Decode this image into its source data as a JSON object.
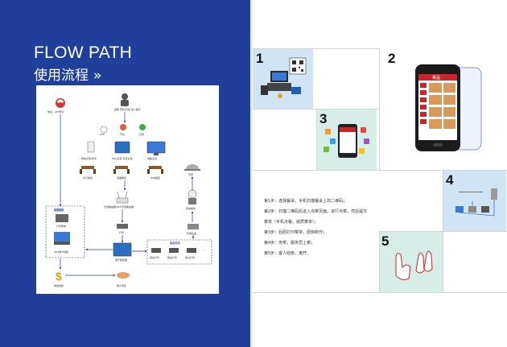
{
  "left_panel": {
    "title_en": "FLOW PATH",
    "title_cn": "使用流程",
    "chevron": "»",
    "background": "#1f3f9a"
  },
  "diagram": {
    "labels": {
      "phone_call": "电话、APP预订",
      "customer": "顾客 预约/扫码 进入餐厅",
      "wifi": "WiFi",
      "kitchen": "开台",
      "scan": "扫码",
      "wechat_order": "微信点菜/呼叫",
      "table_order": "Web点菜 手机点菜",
      "pc_order": "电脑点菜",
      "table_a": "文打餐区",
      "table_b": "包厢餐区",
      "table_c": "中央餐区",
      "serve": "传菜",
      "router": "无线路由器/WiFi无线路由器",
      "cash_center": "收银服务",
      "print_bill": "打印账单",
      "card_pay": "POS刷卡结账",
      "printer": "打印",
      "chef": "厨房制作",
      "standard_ticket": "标准出品",
      "backend": "后台打印",
      "server": "餐厅服务器",
      "kitchen_print": "厨房打印",
      "bar_print": "吧台打印",
      "cashier_print": "前台打印",
      "payment": "收银结账",
      "checkout": "客人离店"
    }
  },
  "right_panel": {
    "step_numbers": [
      "1",
      "2",
      "3",
      "4",
      "5"
    ],
    "steps": [
      "第1步：选择餐桌，手机扫描餐桌上的二维码；",
      "第2步：扫描二维码后进入点菜页面，进行点菜，然后提交",
      "菜单（手机点餐，纸质菜单）；",
      "第3步：后厨打印菜单，厨房制作；",
      "第4步：传菜，服务员上菜；",
      "第5步：客人结账，离开。"
    ],
    "phone_app_title": "菜品",
    "tile_colors": {
      "light_blue": "#cfe5f5",
      "mint": "#d7ede8"
    }
  }
}
